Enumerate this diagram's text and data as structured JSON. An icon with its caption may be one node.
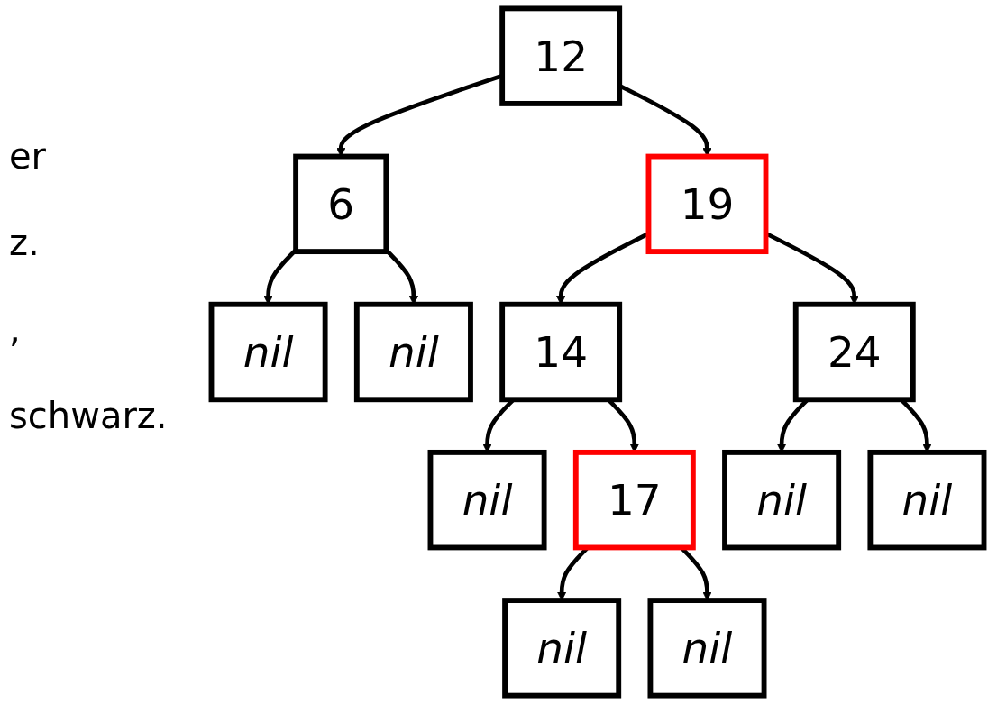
{
  "diagram": {
    "nodes": [
      {
        "text": [
          "12"
        ]
      },
      {
        "text": [
          "6"
        ]
      },
      {
        "text": [
          "19"
        ]
      },
      {
        "text": [
          "nil"
        ]
      },
      {
        "text": [
          "nil"
        ]
      },
      {
        "text": [
          "14"
        ]
      },
      {
        "text": [
          "24"
        ]
      },
      {
        "text": [
          "nil"
        ]
      },
      {
        "text": [
          "17"
        ]
      },
      {
        "text": [
          "nil"
        ]
      },
      {
        "text": [
          "nil"
        ]
      },
      {
        "text": [
          "nil"
        ]
      },
      {
        "text": [
          "nil"
        ]
      }
    ],
    "edges": [
      {
        "from": 0,
        "to": 1,
        "arrow": "to"
      },
      {
        "from": 0,
        "to": 2,
        "arrow": "to"
      },
      {
        "from": 1,
        "to": 3,
        "arrow": "to"
      },
      {
        "from": 1,
        "to": 4,
        "arrow": "to"
      },
      {
        "from": 2,
        "to": 5,
        "arrow": "to"
      },
      {
        "from": 2,
        "to": 6,
        "arrow": "to"
      },
      {
        "from": 5,
        "to": 7,
        "arrow": "to"
      },
      {
        "from": 5,
        "to": 8,
        "arrow": "to"
      },
      {
        "from": 6,
        "to": 9,
        "arrow": "to"
      },
      {
        "from": 6,
        "to": 10,
        "arrow": "to"
      },
      {
        "from": 8,
        "to": 11,
        "arrow": "to"
      },
      {
        "from": 8,
        "to": 12,
        "arrow": "to"
      }
    ],
    "labels": [
      "er",
      "z.",
      ",",
      "schwarz."
    ]
  }
}
